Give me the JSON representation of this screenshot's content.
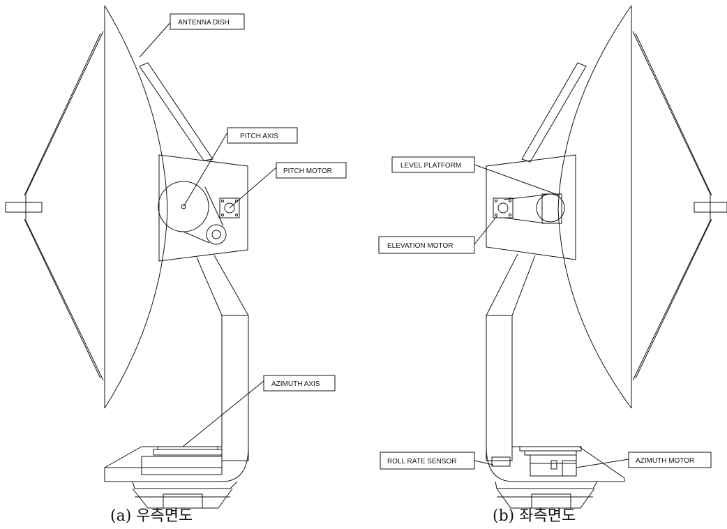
{
  "figure": {
    "left_view": {
      "caption": "(a) 우측면도",
      "labels": {
        "antenna_dish": "ANTENNA DISH",
        "pitch_axis": "PITCH AXIS",
        "pitch_motor": "PITCH MOTOR",
        "azimuth_axis": "AZIMUTH AXIS"
      }
    },
    "right_view": {
      "caption": "(b) 좌측면도",
      "labels": {
        "level_platform": "LEVEL PLATFORM",
        "elevation_motor": "ELEVATION MOTOR",
        "roll_rate_sensor": "ROLL RATE SENSOR",
        "azimuth_motor": "AZIMUTH MOTOR"
      }
    }
  }
}
